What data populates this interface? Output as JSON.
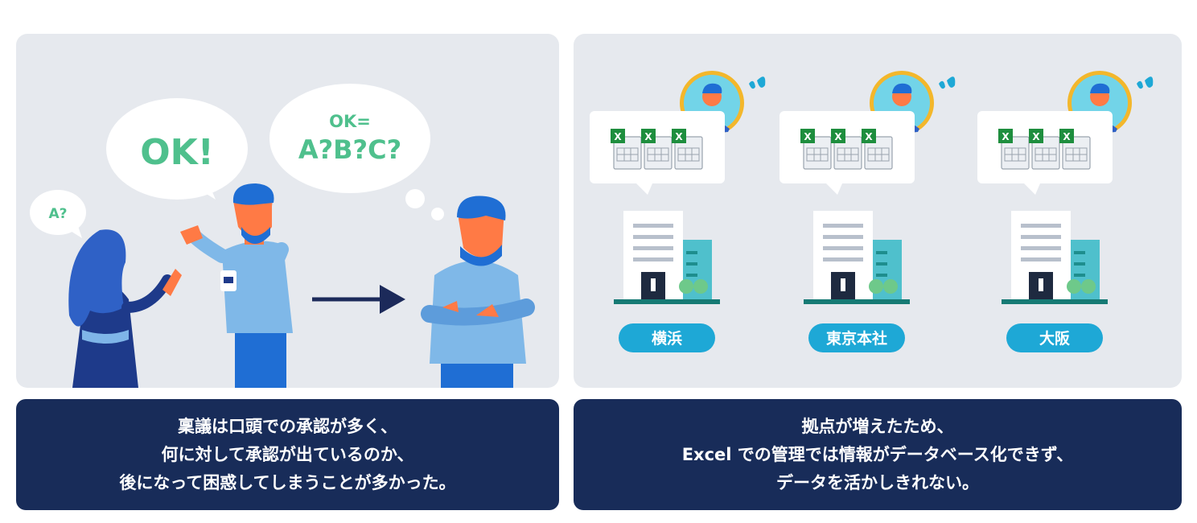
{
  "left": {
    "bubble_ok": "OK!",
    "bubble_question_line1": "OK=",
    "bubble_question_line2": "A?B?C?",
    "bubble_small": "A?",
    "caption_lines": [
      "稟議は口頭での承認が多く、",
      "何に対して承認が出ているのか、",
      "後になって困惑してしまうことが多かった。"
    ]
  },
  "right": {
    "offices": [
      {
        "label": "横浜",
        "file_icon_letter": "X"
      },
      {
        "label": "東京本社",
        "file_icon_letter": "X"
      },
      {
        "label": "大阪",
        "file_icon_letter": "X"
      }
    ],
    "caption_lines": [
      "拠点が増えたため、",
      "Excel での管理では情報がデータベース化できず、",
      "データを活かしきれない。"
    ]
  },
  "colors": {
    "panel_bg": "#e6e9ee",
    "caption_bg": "#182c59",
    "bubble_text": "#4fc08d",
    "label_pill": "#1ea8d6",
    "excel_green": "#1e8e3e"
  }
}
